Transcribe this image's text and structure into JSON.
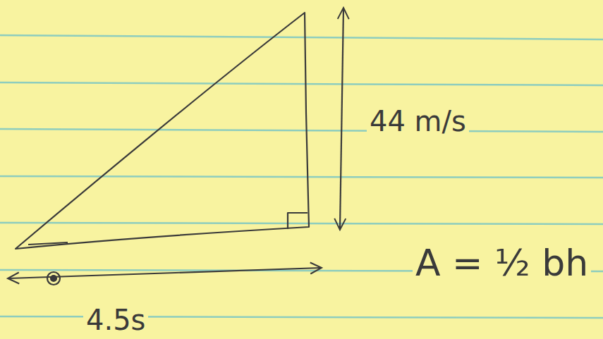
{
  "diagram": {
    "labels": [
      "44 m/s",
      "4.5s",
      "A = ½ bh"
    ]
  }
}
